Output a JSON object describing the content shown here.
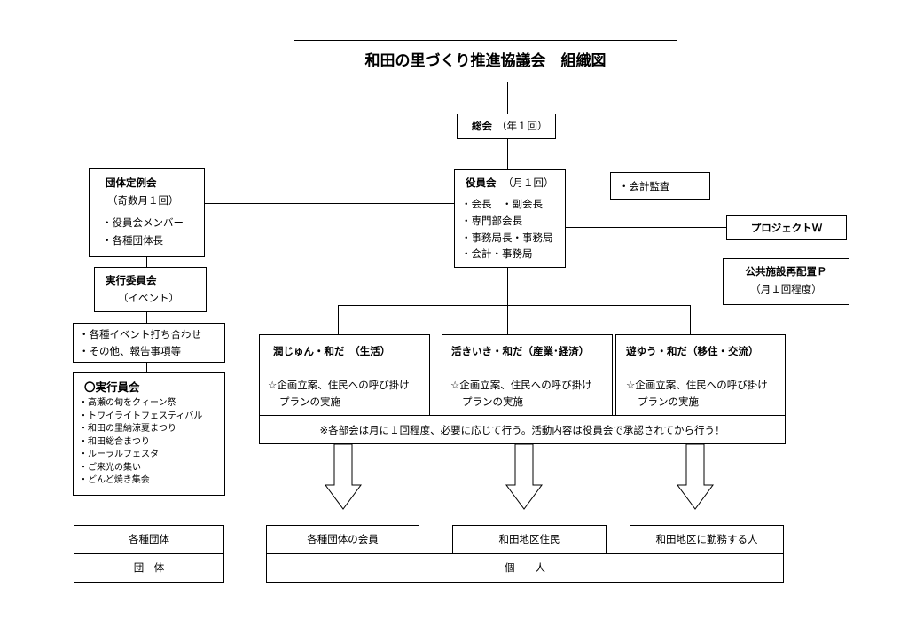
{
  "title": "和田の里づくり推進協議会　組織図",
  "general_meeting": {
    "name": "総会",
    "freq": "（年１回）"
  },
  "board": {
    "name": "役員会",
    "freq": "（月１回）",
    "members": [
      "・会長　・副会長",
      "・専門部会長",
      "・事務局長・事務局",
      "・会計・事務局"
    ]
  },
  "audit": "・会計監査",
  "group_meeting": {
    "name": "団体定例会",
    "freq": "（奇数月１回）",
    "members": [
      "・役員会メンバー",
      "・各種団体長"
    ]
  },
  "exec_committee": {
    "name": "実行委員会",
    "sub": "（イベント）"
  },
  "exec_notes": [
    "・各種イベント打ち合わせ",
    "・その他、報告事項等"
  ],
  "exec_members": {
    "title": "〇実行員会",
    "items": [
      "・高瀬の旬をクィーン祭",
      "・トワイライトフェスティバル",
      "・和田の里納涼夏まつり",
      "・和田総合まつり",
      "・ルーラルフェスタ",
      "・ご来光の集い",
      "・どんど焼き集会"
    ]
  },
  "project": {
    "name": "プロジェクトＷ",
    "sub_name": "公共施設再配置Ｐ",
    "sub_freq": "（月１回程度）"
  },
  "subcommittees": [
    {
      "name": "潤じゅん・和だ　（生活）",
      "line1": "☆企画立案、住民への呼び掛け",
      "line2": "プランの実施"
    },
    {
      "name": "活きいき・和だ（産業･経済）",
      "line1": "☆企画立案、住民への呼び掛け",
      "line2": "プランの実施"
    },
    {
      "name": "遊ゆう・和だ（移住・交流）",
      "line1": "☆企画立案、住民への呼び掛け",
      "line2": "プランの実施"
    }
  ],
  "subcommittee_note": "※各部会は月に１回程度、必要に応じて行う。活動内容は役員会で承認されてから行う！",
  "groups": {
    "label": "各種団体",
    "category": "団　体"
  },
  "individuals": {
    "targets": [
      "各種団体の会員",
      "和田地区住民",
      "和田地区に勤務する人"
    ],
    "category": "個　　人"
  }
}
